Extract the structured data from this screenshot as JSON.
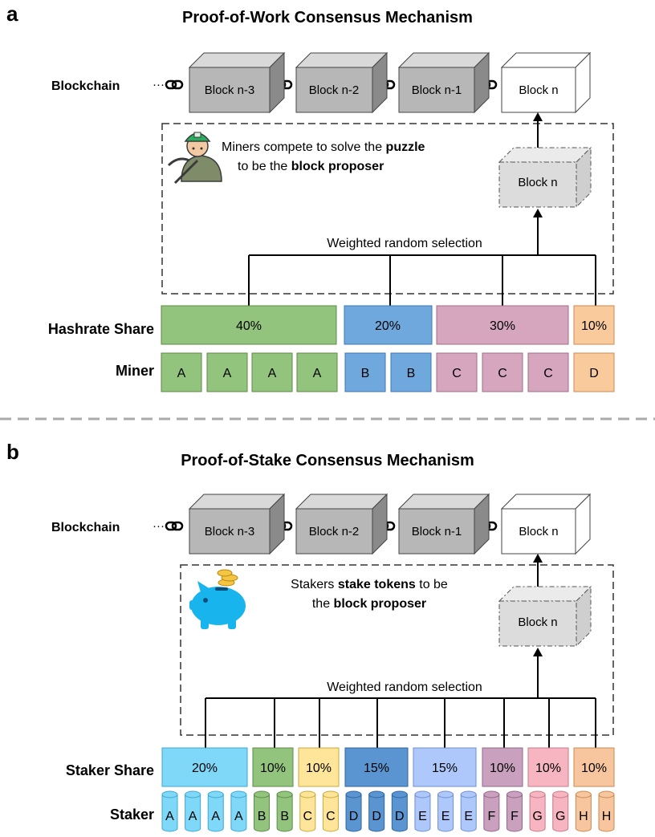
{
  "panel_a": {
    "letter": "a",
    "title": "Proof-of-Work Consensus Mechanism",
    "blockchain_label": "Blockchain",
    "ellipsis": "···",
    "blocks": [
      "Block n-3",
      "Block n-2",
      "Block n-1",
      "Block n"
    ],
    "candidate_block": "Block n",
    "caption_line1_pre": "Miners compete to solve the ",
    "caption_line1_bold": "puzzle",
    "caption_line2_pre": "to be the ",
    "caption_line2_bold": "block proposer",
    "selection_label": "Weighted random selection",
    "share_label": "Hashrate Share",
    "shares": [
      "40%",
      "20%",
      "30%",
      "10%"
    ],
    "participant_label": "Miner",
    "participants": [
      "A",
      "A",
      "A",
      "A",
      "B",
      "B",
      "C",
      "C",
      "C",
      "D"
    ]
  },
  "panel_b": {
    "letter": "b",
    "title": "Proof-of-Stake Consensus Mechanism",
    "blockchain_label": "Blockchain",
    "ellipsis": "···",
    "blocks": [
      "Block n-3",
      "Block n-2",
      "Block n-1",
      "Block n"
    ],
    "candidate_block": "Block n",
    "caption_line1_pre": "Stakers ",
    "caption_line1_bold": "stake tokens",
    "caption_line1_post": " to be",
    "caption_line2_pre": "the ",
    "caption_line2_bold": "block proposer",
    "selection_label": "Weighted random selection",
    "share_label": "Staker Share",
    "shares": [
      "20%",
      "10%",
      "10%",
      "15%",
      "15%",
      "10%",
      "10%",
      "10%"
    ],
    "participant_label": "Staker",
    "participants": [
      "A",
      "A",
      "A",
      "A",
      "B",
      "B",
      "C",
      "C",
      "D",
      "D",
      "D",
      "E",
      "E",
      "E",
      "F",
      "F",
      "G",
      "G",
      "H",
      "H"
    ]
  },
  "colors": {
    "green": "#93c47d",
    "blue": "#6fa8dc",
    "pink": "#d5a6bd",
    "orange": "#f9cb9c",
    "cyan": "#7fd8f8",
    "yellow": "#ffe599",
    "blue_dark": "#5b95d1",
    "blue_light": "#aec8fb",
    "mauve": "#c9a0bd",
    "rose": "#f6b5c0",
    "peach": "#f7c59e",
    "block_gray": "#b7b7b7",
    "piggy": "#18b4ee"
  }
}
